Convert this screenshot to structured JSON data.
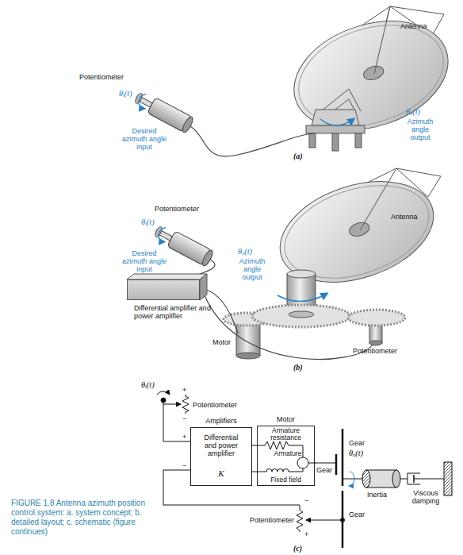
{
  "diagram": {
    "caption": "FIGURE 1.8 Antenna azimuth position control system: a. system concept; b. detailed layout; c. schematic (figure continues)",
    "nodes": [
      {
        "text": [
          "Differential amplifier and power amplifier"
        ]
      },
      {
        "text": [
          "Amplifiers",
          "Differential and power amplifier",
          "K"
        ]
      },
      {
        "text": [
          "Motor",
          "Armature resistance",
          "Armature",
          "Fixed field"
        ]
      }
    ],
    "edges": [
      {
        "from": 1,
        "to": 2,
        "arrow": "none"
      },
      {
        "from": 1,
        "to": 2,
        "arrow": "none"
      }
    ],
    "labels": [
      "Antenna",
      "Potentiometer",
      "θᵢ(t)",
      "Desired azimuth angle input",
      "θₒ(t)",
      "Azimuth angle output",
      "(a)",
      "Potentiometer",
      "θᵢ(t)",
      "Desired azimuth angle input",
      "θₒ(t)",
      "Azimuth angle output",
      "Antenna",
      "Motor",
      "Potentiometer",
      "(b)",
      "θᵢ(t)",
      "+",
      "−",
      "Potentiometer",
      "+",
      "−",
      "Gear",
      "θₒ(t)",
      "Gear",
      "Inertia",
      "Viscous damping",
      "Potentiometer",
      "−",
      "+",
      "Gear",
      "(c)"
    ]
  }
}
